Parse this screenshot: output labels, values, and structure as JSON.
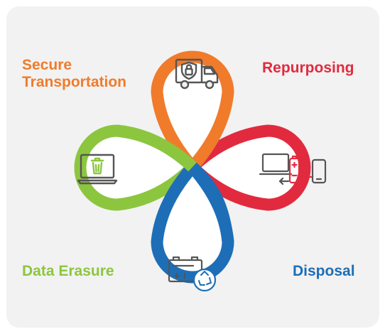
{
  "labels": {
    "secure_line1": "Secure",
    "secure_line2": "Transportation",
    "repurposing": "Repurposing",
    "data_erasure": "Data Erasure",
    "disposal": "Disposal"
  },
  "colors": {
    "orange": "#f07b2b",
    "red": "#e22a3f",
    "green": "#8cc63f",
    "blue": "#1d6eb7",
    "background": "#f2f2f2",
    "icon": "#555555",
    "icon_accent": "#e22a3f"
  },
  "icons": {
    "top": "delivery-truck-shield-lock-icon",
    "right": "laptop-battery-phone-transfer-icon",
    "left": "laptop-trash-icon",
    "bottom": "battery-recycle-icon"
  }
}
